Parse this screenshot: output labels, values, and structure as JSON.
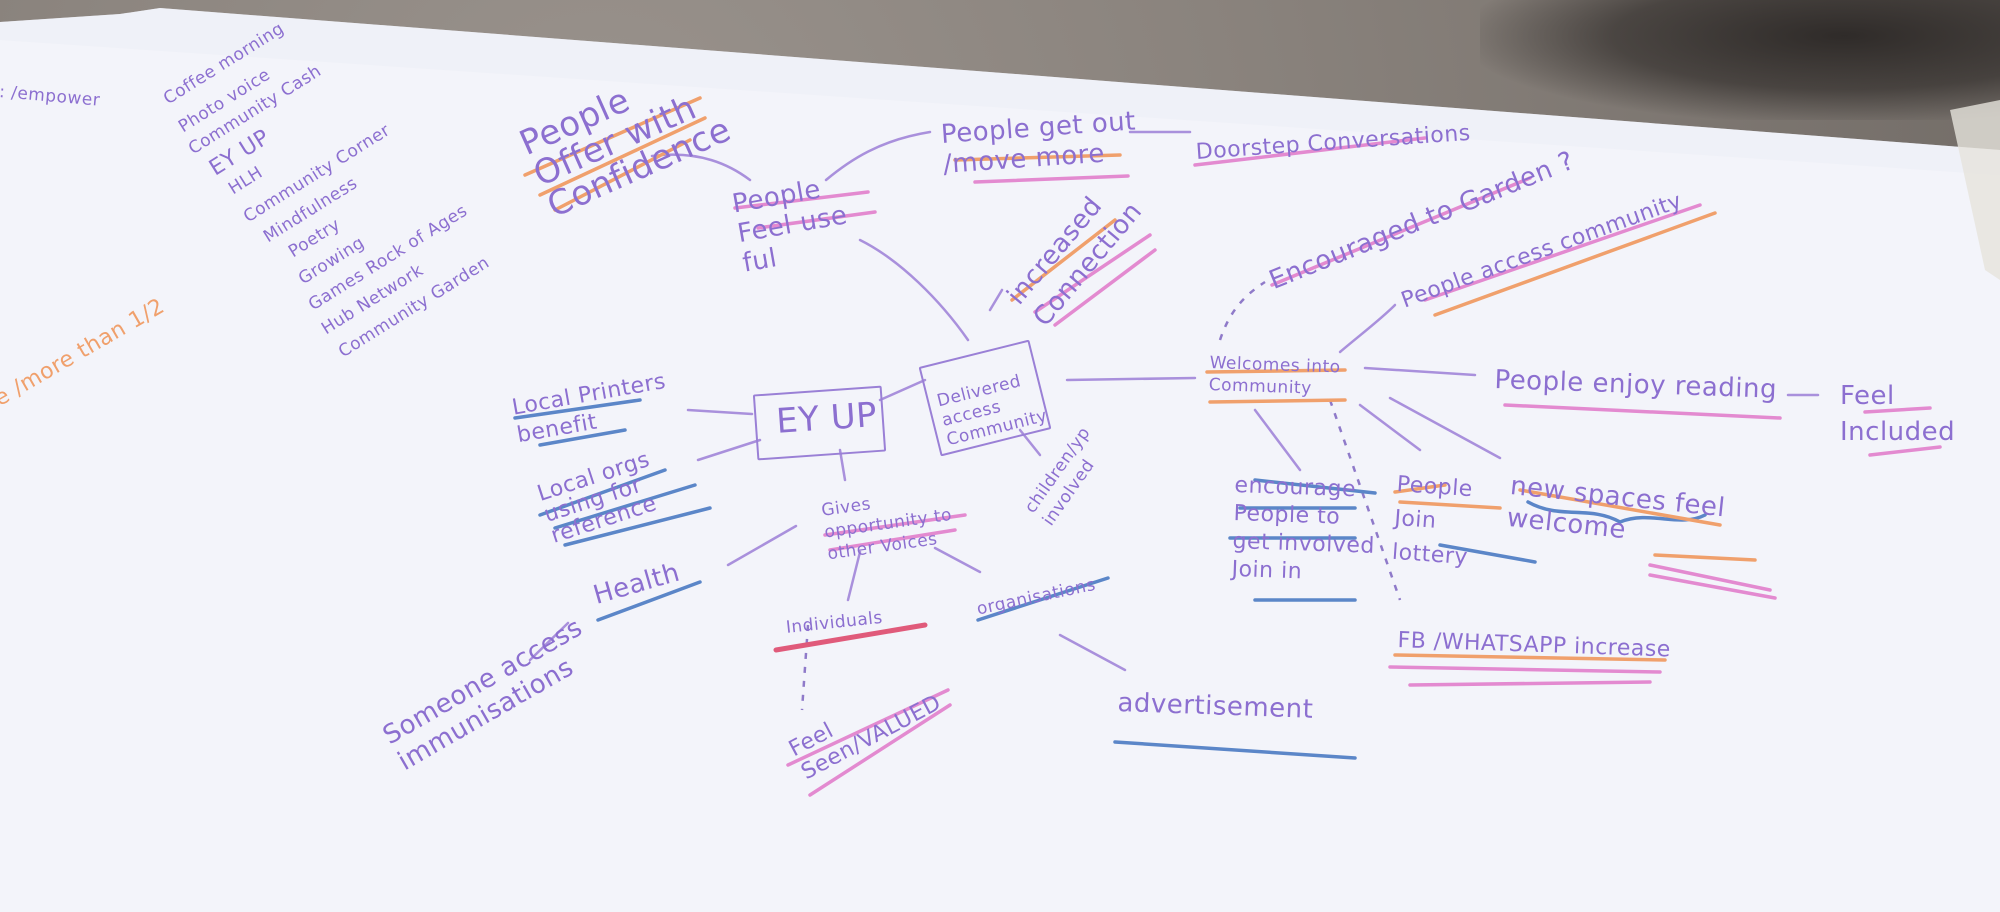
{
  "center": "EY UP",
  "hub": "Delivered access Community",
  "list_items": [
    "Coffee morning",
    "Photo voice",
    "Community Cash",
    "EY UP",
    "HLH",
    "Community Corner",
    "Mindfulness",
    "Poetry",
    "Growing",
    "Games Rock of Ages",
    "Hub Network",
    "Community Garden"
  ],
  "left_edge": {
    "empower": ": /empower",
    "more_than_half": "e /more than 1/2"
  },
  "nodes": {
    "people_offer_confidence": "People Offer with Confidence",
    "people_feel_useful": "People Feel use ful",
    "people_get_out": "People get out /move more",
    "doorstep": "Doorstep Conversations",
    "increased_connection": "increased Connection",
    "encouraged_garden": "Encouraged to Garden ?",
    "people_access_community": "People access community",
    "welcomes": "Welcomes into Community",
    "people_enjoy_reading": "People enjoy reading",
    "feel_included": "Feel Included",
    "local_printers": "Local Printers benefit",
    "local_orgs": "Local orgs using for reference",
    "health": "Health",
    "someone_access": "Someone access immunisations",
    "gives_opportunity": "Gives opportunity to other Voices",
    "individuals": "Individuals",
    "organisations": "organisations",
    "feel_seen": "Feel Seen/VALUED",
    "advertisement": "advertisement",
    "children_involved": "children/yp involved",
    "encourage_people": "encourage People to get involved Join in",
    "people_join_lottery": "People Join lottery",
    "new_spaces": "new spaces feel welcome",
    "fb_whatsapp": "FB /WHATSAPP increase"
  },
  "colors": {
    "paper": "#f3f4fa",
    "ink_purple": "#8c6fd0",
    "orange": "#f0a06c",
    "pink": "#e38ad0",
    "blue": "#5b86c8",
    "red": "#e05a7a"
  }
}
